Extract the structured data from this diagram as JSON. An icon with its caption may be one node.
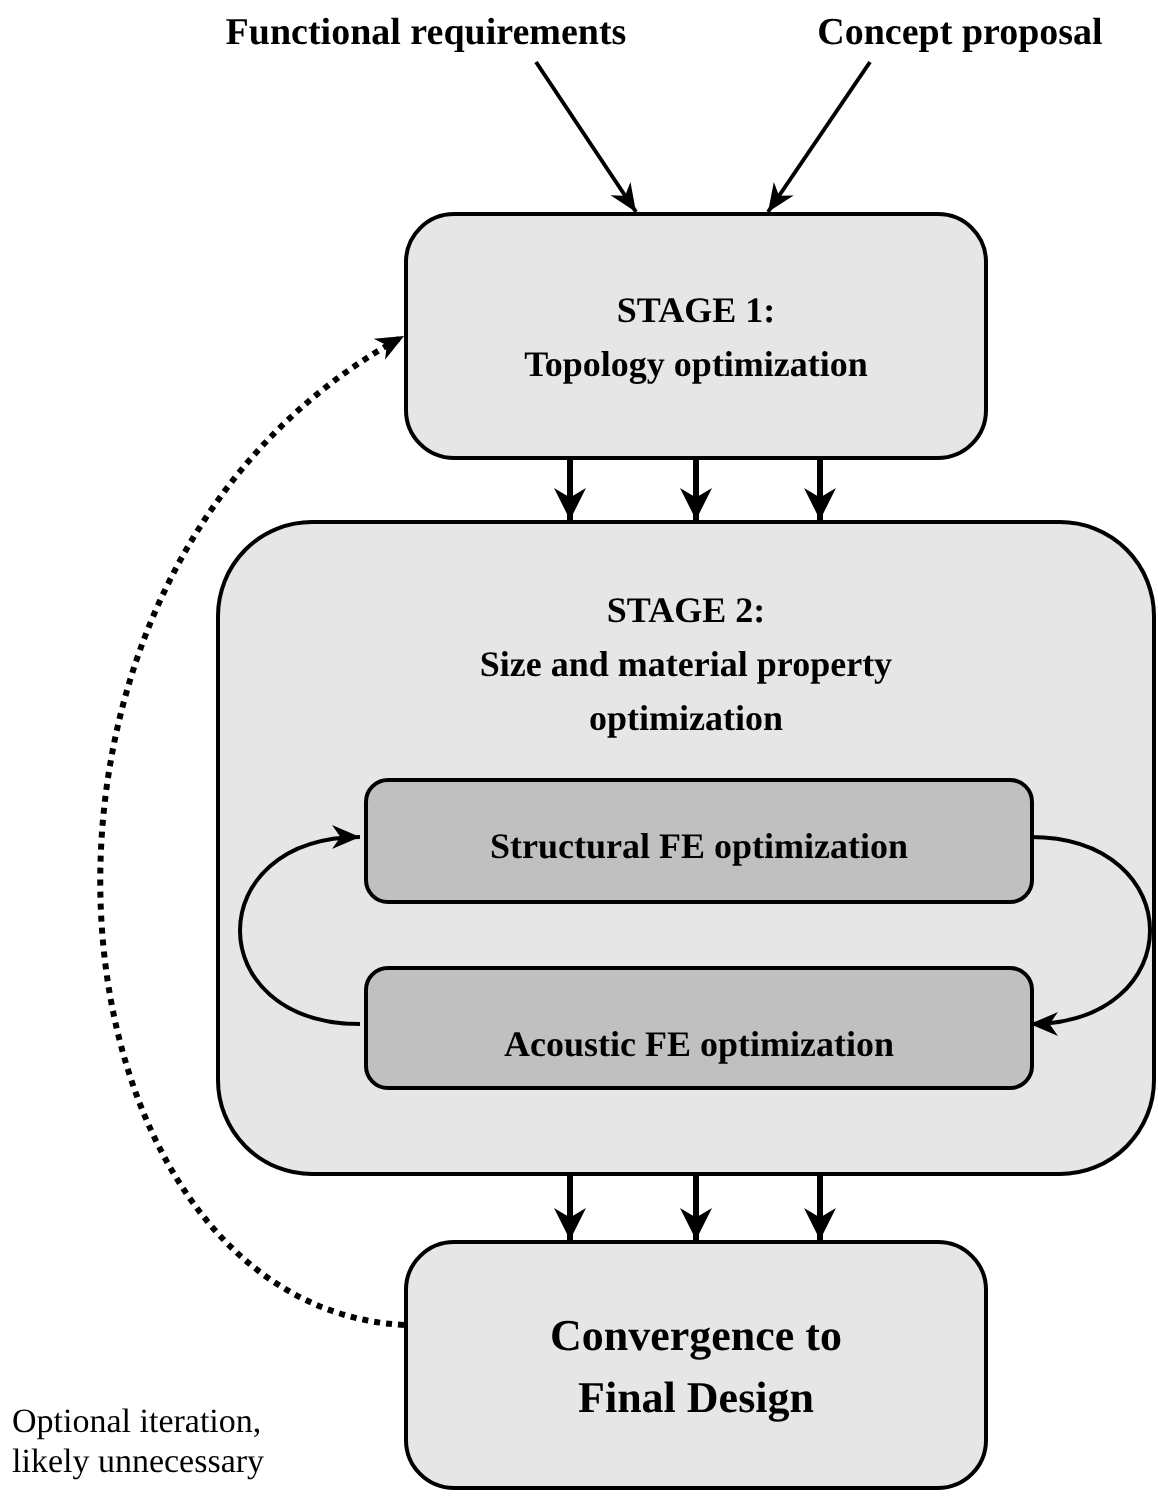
{
  "diagram": {
    "nodes": [
      {
        "text": [
          "Functional requirements"
        ]
      },
      {
        "text": [
          "Concept proposal"
        ]
      },
      {
        "text": [
          "STAGE 1:",
          "Topology optimization"
        ]
      },
      {
        "text": [
          "STAGE 2:",
          "Size and material property optimization"
        ]
      },
      {
        "text": [
          "Structural FE optimization"
        ],
        "in": 3
      },
      {
        "text": [
          "Acoustic FE optimization"
        ],
        "in": 3
      },
      {
        "text": [
          "Convergence to Final Design"
        ]
      }
    ],
    "edges": [
      {
        "from": 0,
        "to": 2,
        "arrow": "to"
      },
      {
        "from": 1,
        "to": 2,
        "arrow": "to"
      },
      {
        "from": 2,
        "to": 3,
        "arrow": "to"
      },
      {
        "from": 2,
        "to": 3,
        "arrow": "to"
      },
      {
        "from": 2,
        "to": 3,
        "arrow": "to"
      },
      {
        "from": 4,
        "to": 5,
        "arrow": "to"
      },
      {
        "from": 5,
        "to": 4,
        "arrow": "to"
      },
      {
        "from": 3,
        "to": 6,
        "arrow": "to"
      },
      {
        "from": 3,
        "to": 6,
        "arrow": "to"
      },
      {
        "from": 3,
        "to": 6,
        "arrow": "to"
      },
      {
        "from": 6,
        "to": 2,
        "arrow": "to",
        "style": "dashed"
      }
    ],
    "labels": [
      "Optional iteration, likely unnecessary"
    ]
  }
}
